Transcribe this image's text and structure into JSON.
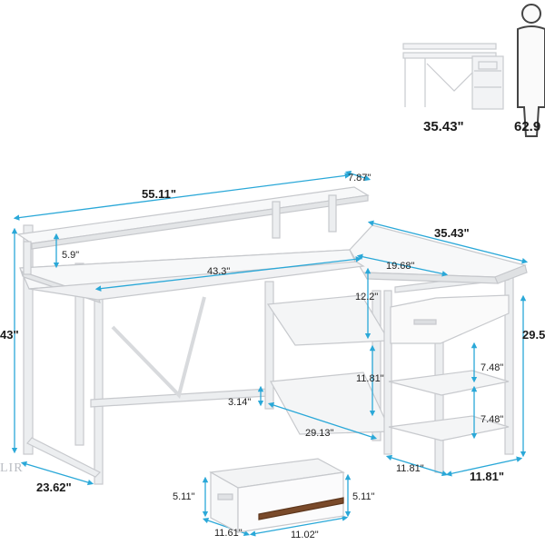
{
  "dimensions": {
    "top_width": "55.11\"",
    "shelf_depth": "7.87\"",
    "riser_height": "5.9\"",
    "desk_height": "43\"",
    "desktop_width": "43.3\"",
    "side_length": "35.43\"",
    "side_inner_width": "19.68\"",
    "upper_shelf_height": "12.2\"",
    "lower_shelf_height": "11.81\"",
    "bottom_clearance": "3.14\"",
    "shelf_length": "29.13\"",
    "side_height": "29.5",
    "cabinet_shelf_1": "7.48\"",
    "cabinet_shelf_2": "7.48\"",
    "cabinet_depth": "11.81\"",
    "cabinet_width": "11.81\"",
    "desk_depth": "23.62\"",
    "drawer_height_left": "5.11\"",
    "drawer_height_right": "5.11\"",
    "drawer_width": "11.61\"",
    "drawer_depth": "11.02\""
  },
  "scale_reference": {
    "desk_height": "35.43\"",
    "person_height": "62.9"
  },
  "brand_fragment": "LIR",
  "icons": {
    "desk_thumbnail": "desk-thumbnail-icon",
    "person": "person-silhouette-icon"
  },
  "colors": {
    "dimension_line": "#2aa8d8",
    "frame": "#e9eaec",
    "outline": "#c6c8cc",
    "wood_strip": "#7a4a2a"
  }
}
